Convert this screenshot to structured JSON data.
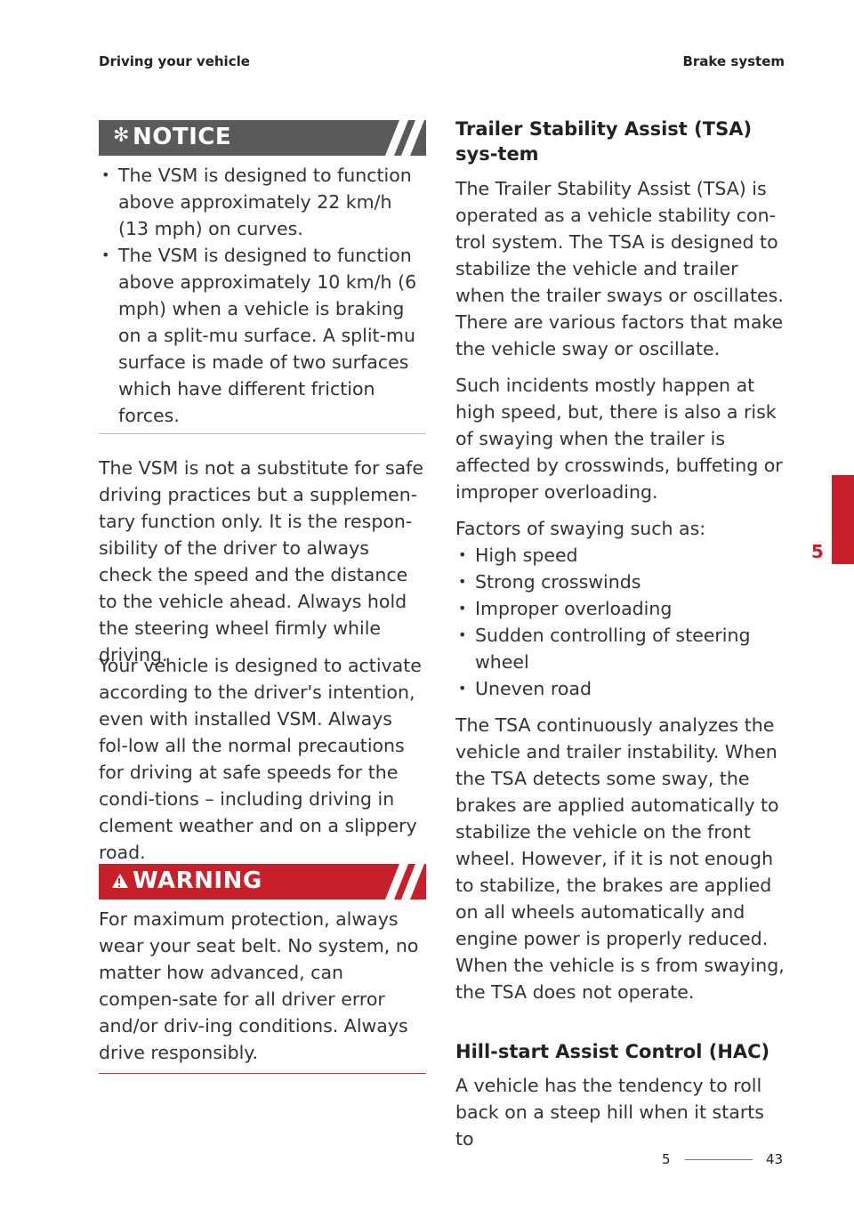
{
  "header": {
    "left": "Driving your vehicle",
    "right": "Brake system"
  },
  "notice": {
    "label": "NOTICE",
    "items": [
      "The VSM is designed to function above approximately 22 km/h (13 mph) on curves.",
      "The VSM is designed to function above approximately 10 km/h (6 mph) when a vehicle is braking on a split-mu surface. A split-mu surface is made of two surfaces which have different friction forces."
    ]
  },
  "left_paragraphs": [
    "The VSM is not a substitute for safe driving practices but a supplemen-tary function only. It is the respon-sibility of the driver to always check the speed and the distance to the vehicle ahead. Always hold the steering wheel firmly while driving.",
    "Your vehicle is designed to activate according to the driver's intention, even with installed VSM. Always fol-low all the normal precautions for driving at safe speeds for the condi-tions – including driving in clement weather and on a slippery road."
  ],
  "warning": {
    "label": "WARNING",
    "text": "For maximum protection, always wear your seat belt. No system, no matter how advanced, can compen-sate for all driver error and/or driv-ing conditions. Always drive responsibly."
  },
  "tsa": {
    "heading": "Trailer Stability Assist (TSA) sys-tem",
    "p1": "The Trailer Stability Assist (TSA) is operated as a vehicle stability con-trol system. The TSA is designed to stabilize the vehicle and trailer when the trailer sways or oscillates. There are various factors that make the vehicle sway or oscillate.",
    "p2": "Such incidents mostly happen at high speed, but, there is also a risk of swaying when the trailer is affected by crosswinds, buffeting or improper overloading.",
    "factors_intro": "Factors of swaying such as:",
    "factors": [
      "High speed",
      "Strong crosswinds",
      "Improper overloading",
      "Sudden controlling of steering wheel",
      "Uneven road"
    ],
    "p3": "The TSA continuously analyzes the vehicle and trailer instability. When the TSA detects some sway, the brakes are applied automatically to stabilize the vehicle on the front wheel. However, if it is not enough to stabilize, the brakes are applied on all wheels automatically and engine power is properly reduced. When the vehicle is s from swaying, the TSA does not operate."
  },
  "hac": {
    "heading": "Hill-start Assist Control (HAC)",
    "p1": "A vehicle has the tendency to roll back on a steep hill when it starts to"
  },
  "side_tab": {
    "chapter": "5"
  },
  "footer": {
    "chapter": "5",
    "page": "43"
  },
  "colors": {
    "accent_red": "#c8202a",
    "notice_gray": "#5a5a5a"
  }
}
